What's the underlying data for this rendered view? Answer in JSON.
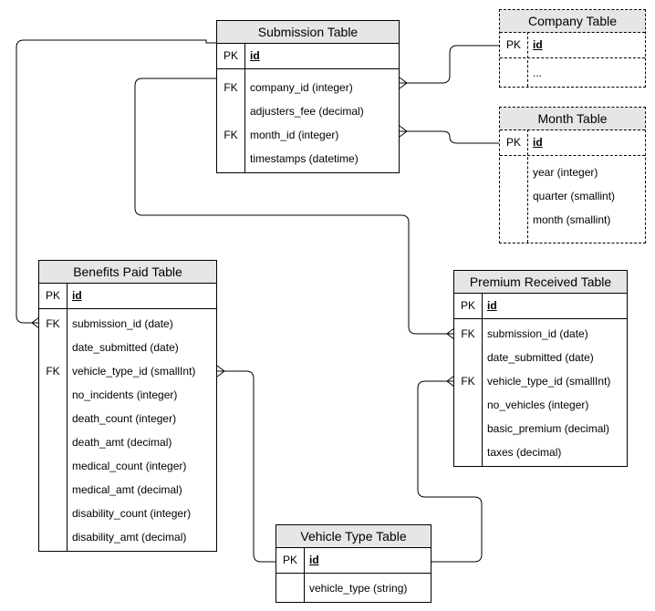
{
  "tables": {
    "submission": {
      "title": "Submission Table",
      "pk": {
        "key": "PK",
        "field": "id"
      },
      "rows": [
        {
          "key": "FK",
          "field": "company_id (integer)"
        },
        {
          "key": "",
          "field": "adjusters_fee (decimal)"
        },
        {
          "key": "FK",
          "field": "month_id (integer)"
        },
        {
          "key": "",
          "field": "timestamps (datetime)"
        }
      ]
    },
    "company": {
      "title": "Company Table",
      "pk": {
        "key": "PK",
        "field": "id"
      },
      "rows": [
        {
          "key": "",
          "field": "..."
        }
      ]
    },
    "month": {
      "title": "Month Table",
      "pk": {
        "key": "PK",
        "field": "id"
      },
      "rows": [
        {
          "key": "",
          "field": "year (integer)"
        },
        {
          "key": "",
          "field": "quarter (smallint)"
        },
        {
          "key": "",
          "field": "month (smallint)"
        }
      ]
    },
    "benefits": {
      "title": "Benefits Paid Table",
      "pk": {
        "key": "PK",
        "field": "id"
      },
      "rows": [
        {
          "key": "FK",
          "field": "submission_id (date)"
        },
        {
          "key": "",
          "field": "date_submitted (date)"
        },
        {
          "key": "FK",
          "field": "vehicle_type_id (smallInt)"
        },
        {
          "key": "",
          "field": "no_incidents (integer)"
        },
        {
          "key": "",
          "field": "death_count (integer)"
        },
        {
          "key": "",
          "field": "death_amt (decimal)"
        },
        {
          "key": "",
          "field": "medical_count (integer)"
        },
        {
          "key": "",
          "field": "medical_amt (decimal)"
        },
        {
          "key": "",
          "field": "disability_count (integer)"
        },
        {
          "key": "",
          "field": "disability_amt (decimal)"
        }
      ]
    },
    "premium": {
      "title": "Premium Received Table",
      "pk": {
        "key": "PK",
        "field": "id"
      },
      "rows": [
        {
          "key": "FK",
          "field": "submission_id (date)"
        },
        {
          "key": "",
          "field": "date_submitted (date)"
        },
        {
          "key": "FK",
          "field": "vehicle_type_id (smallInt)"
        },
        {
          "key": "",
          "field": "no_vehicles (integer)"
        },
        {
          "key": "",
          "field": "basic_premium (decimal)"
        },
        {
          "key": "",
          "field": "taxes (decimal)"
        }
      ]
    },
    "vehicle": {
      "title": "Vehicle Type Table",
      "pk": {
        "key": "PK",
        "field": "id"
      },
      "rows": [
        {
          "key": "",
          "field": "vehicle_type (string)"
        }
      ]
    }
  }
}
